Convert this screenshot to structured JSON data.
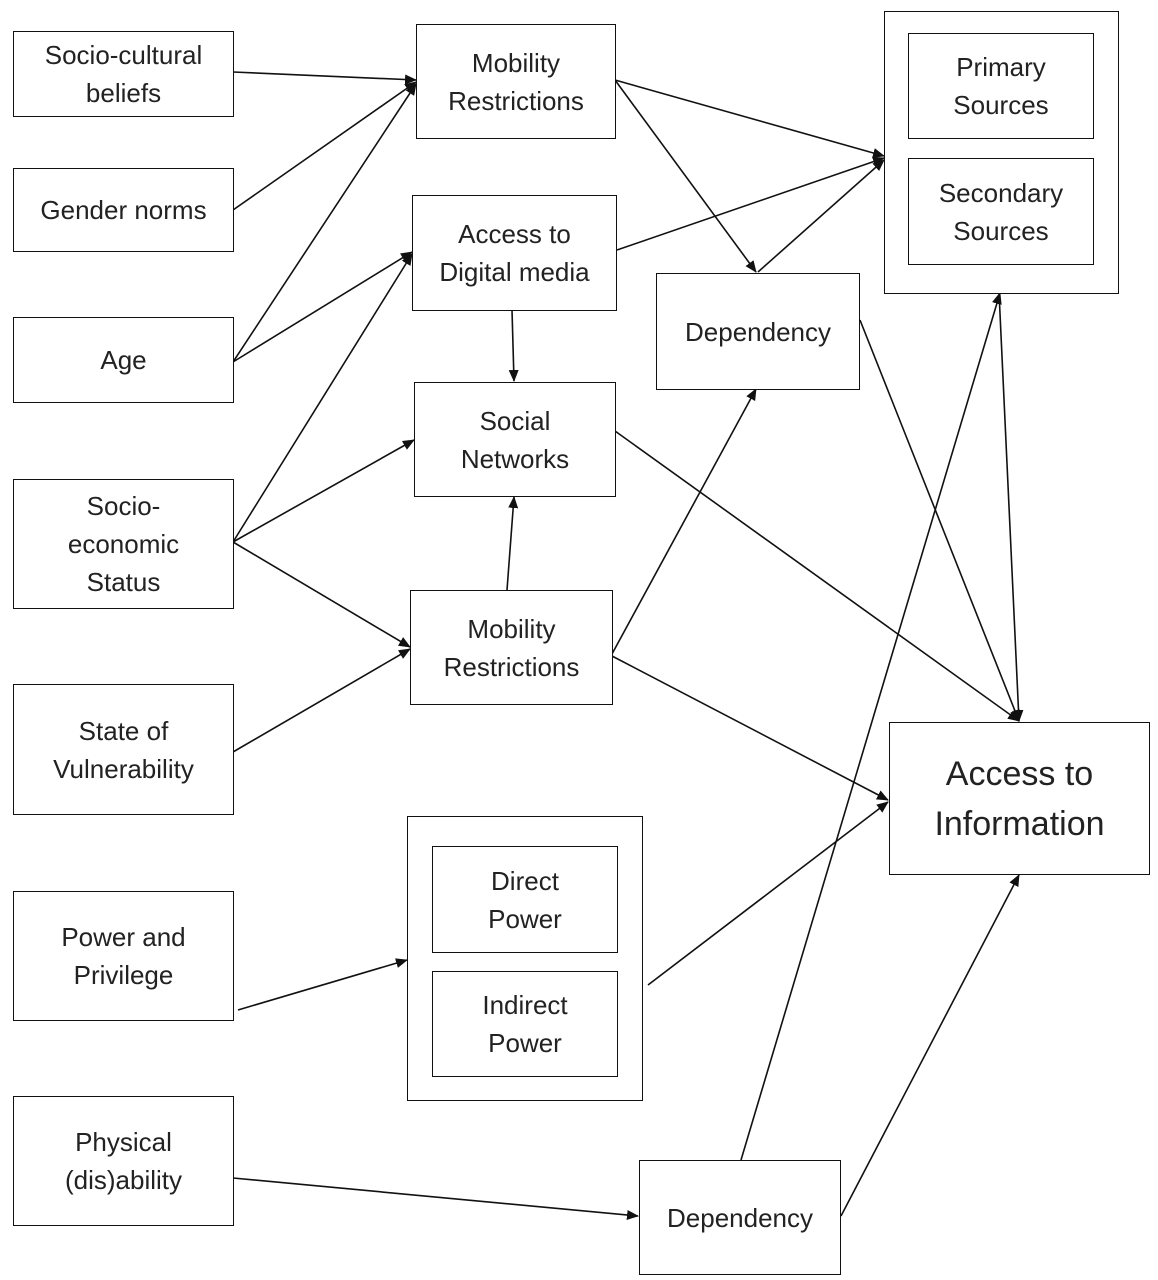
{
  "factors": {
    "socio_cultural_beliefs": "Socio-cultural\nbeliefs",
    "gender_norms": "Gender norms",
    "age": "Age",
    "socio_economic_status": "Socio-\neconomic\nStatus",
    "state_of_vulnerability": "State of\nVulnerability",
    "power_and_privilege": "Power and\nPrivilege",
    "physical_disability": "Physical\n(dis)ability"
  },
  "middle": {
    "mobility_restrictions_top": "Mobility\nRestrictions",
    "access_digital_media": "Access to\nDigital media",
    "social_networks": "Social\nNetworks",
    "mobility_restrictions_bottom": "Mobility\nRestrictions",
    "direct_power": "Direct\nPower",
    "indirect_power": "Indirect\nPower"
  },
  "intermediate": {
    "dependency_top": "Dependency",
    "dependency_bottom": "Dependency"
  },
  "outcomes": {
    "primary_sources": "Primary\nSources",
    "secondary_sources": "Secondary\nSources",
    "access_to_information": "Access to\nInformation"
  },
  "edges": [
    {
      "from": "Socio-cultural beliefs",
      "to": "Mobility Restrictions (top)"
    },
    {
      "from": "Gender norms",
      "to": "Mobility Restrictions (top)"
    },
    {
      "from": "Age",
      "to": "Mobility Restrictions (top)"
    },
    {
      "from": "Age",
      "to": "Access to Digital media"
    },
    {
      "from": "Socio-economic Status",
      "to": "Access to Digital media"
    },
    {
      "from": "Socio-economic Status",
      "to": "Social Networks"
    },
    {
      "from": "Socio-economic Status",
      "to": "Mobility Restrictions (bottom)"
    },
    {
      "from": "State of Vulnerability",
      "to": "Mobility Restrictions (bottom)"
    },
    {
      "from": "Power and Privilege",
      "to": "Power group"
    },
    {
      "from": "Physical (dis)ability",
      "to": "Dependency (bottom)"
    },
    {
      "from": "Access to Digital media",
      "to": "Social Networks"
    },
    {
      "from": "Mobility Restrictions (bottom)",
      "to": "Social Networks"
    },
    {
      "from": "Mobility Restrictions (top)",
      "to": "Sources group"
    },
    {
      "from": "Mobility Restrictions (top)",
      "to": "Dependency (top)"
    },
    {
      "from": "Access to Digital media",
      "to": "Sources group"
    },
    {
      "from": "Dependency (top)",
      "to": "Sources group"
    },
    {
      "from": "Dependency (top)",
      "to": "Access to Information"
    },
    {
      "from": "Mobility Restrictions (bottom)",
      "to": "Dependency (top)"
    },
    {
      "from": "Mobility Restrictions (bottom)",
      "to": "Access to Information"
    },
    {
      "from": "Social Networks",
      "to": "Access to Information"
    },
    {
      "from": "Power group",
      "to": "Access to Information"
    },
    {
      "from": "Sources group",
      "to": "Access to Information"
    },
    {
      "from": "Dependency (bottom)",
      "to": "Sources group"
    },
    {
      "from": "Dependency (bottom)",
      "to": "Access to Information"
    }
  ]
}
